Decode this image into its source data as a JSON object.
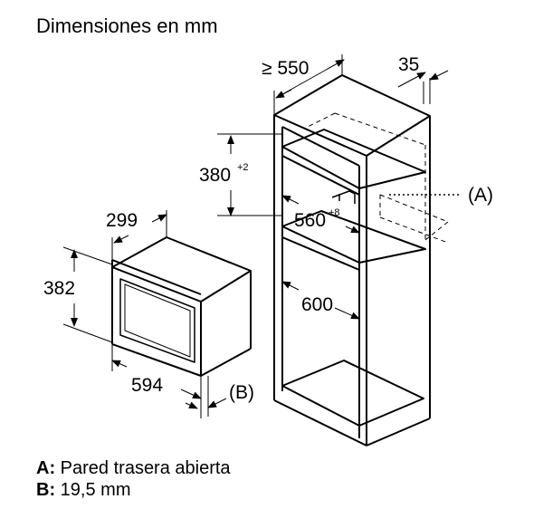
{
  "title": "Dimensiones en mm",
  "dimensions": {
    "depth_min": "≥ 550",
    "side_gap": "35",
    "niche_height": "380",
    "niche_height_tol": "+2",
    "niche_width": "560",
    "niche_width_tol": "+8",
    "niche_depth": "600",
    "oven_depth": "299",
    "oven_height": "382",
    "oven_width": "594",
    "label_a": "(A)",
    "label_b": "(B)"
  },
  "legend": {
    "a_key": "A:",
    "a_text": "Pared trasera abierta",
    "b_key": "B:",
    "b_text": "19,5 mm"
  }
}
